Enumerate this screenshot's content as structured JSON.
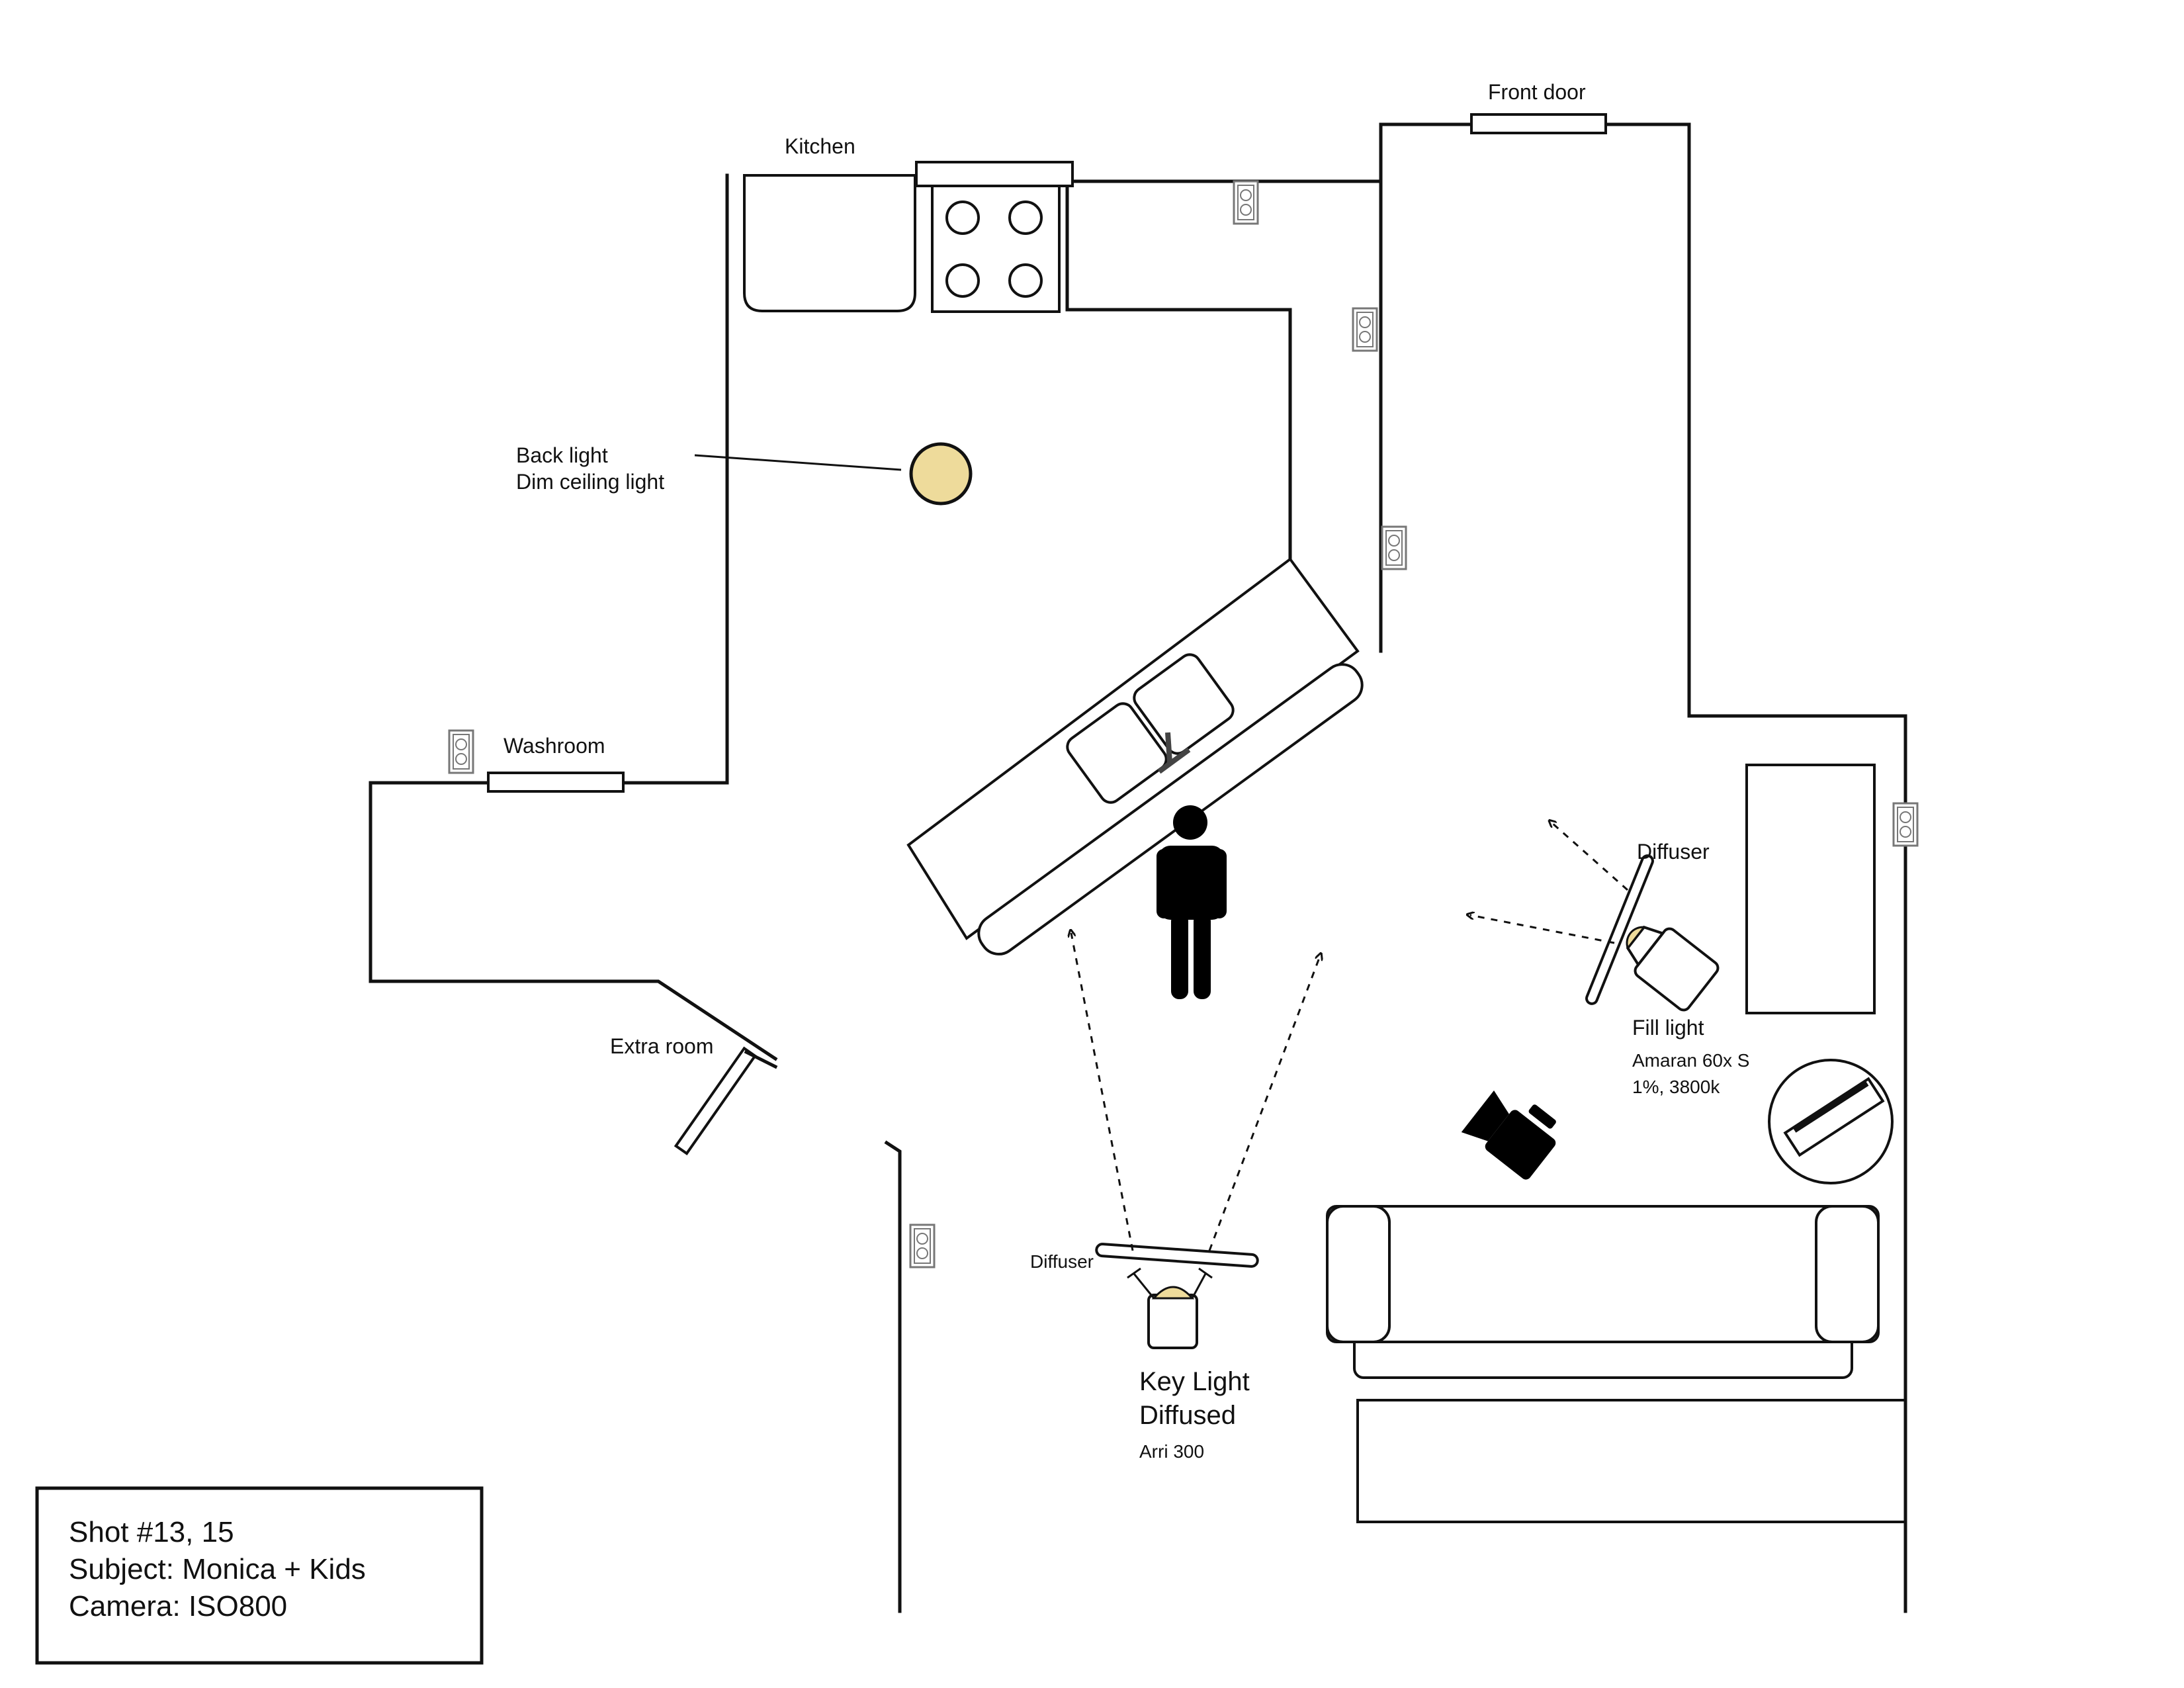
{
  "labels": {
    "kitchen": "Kitchen",
    "front_door": "Front door",
    "washroom": "Washroom",
    "extra_room": "Extra room",
    "back_light_1": "Back light",
    "back_light_2": "Dim ceiling light",
    "diffuser_fill": "Diffuser",
    "fill_light_1": "Fill light",
    "fill_light_2": "Amaran 60x S",
    "fill_light_3": "1%, 3800k",
    "diffuser_key": "Diffuser",
    "key_light_1": "Key Light",
    "key_light_2": "Diffused",
    "key_light_3": "Arri 300"
  },
  "shot_info": {
    "line1": "Shot #13, 15",
    "line2": "Subject: Monica + Kids",
    "line3": "Camera: ISO800"
  },
  "colors": {
    "light_fill": "#eedb9b",
    "ink": "#111111",
    "outlet": "#777777"
  }
}
